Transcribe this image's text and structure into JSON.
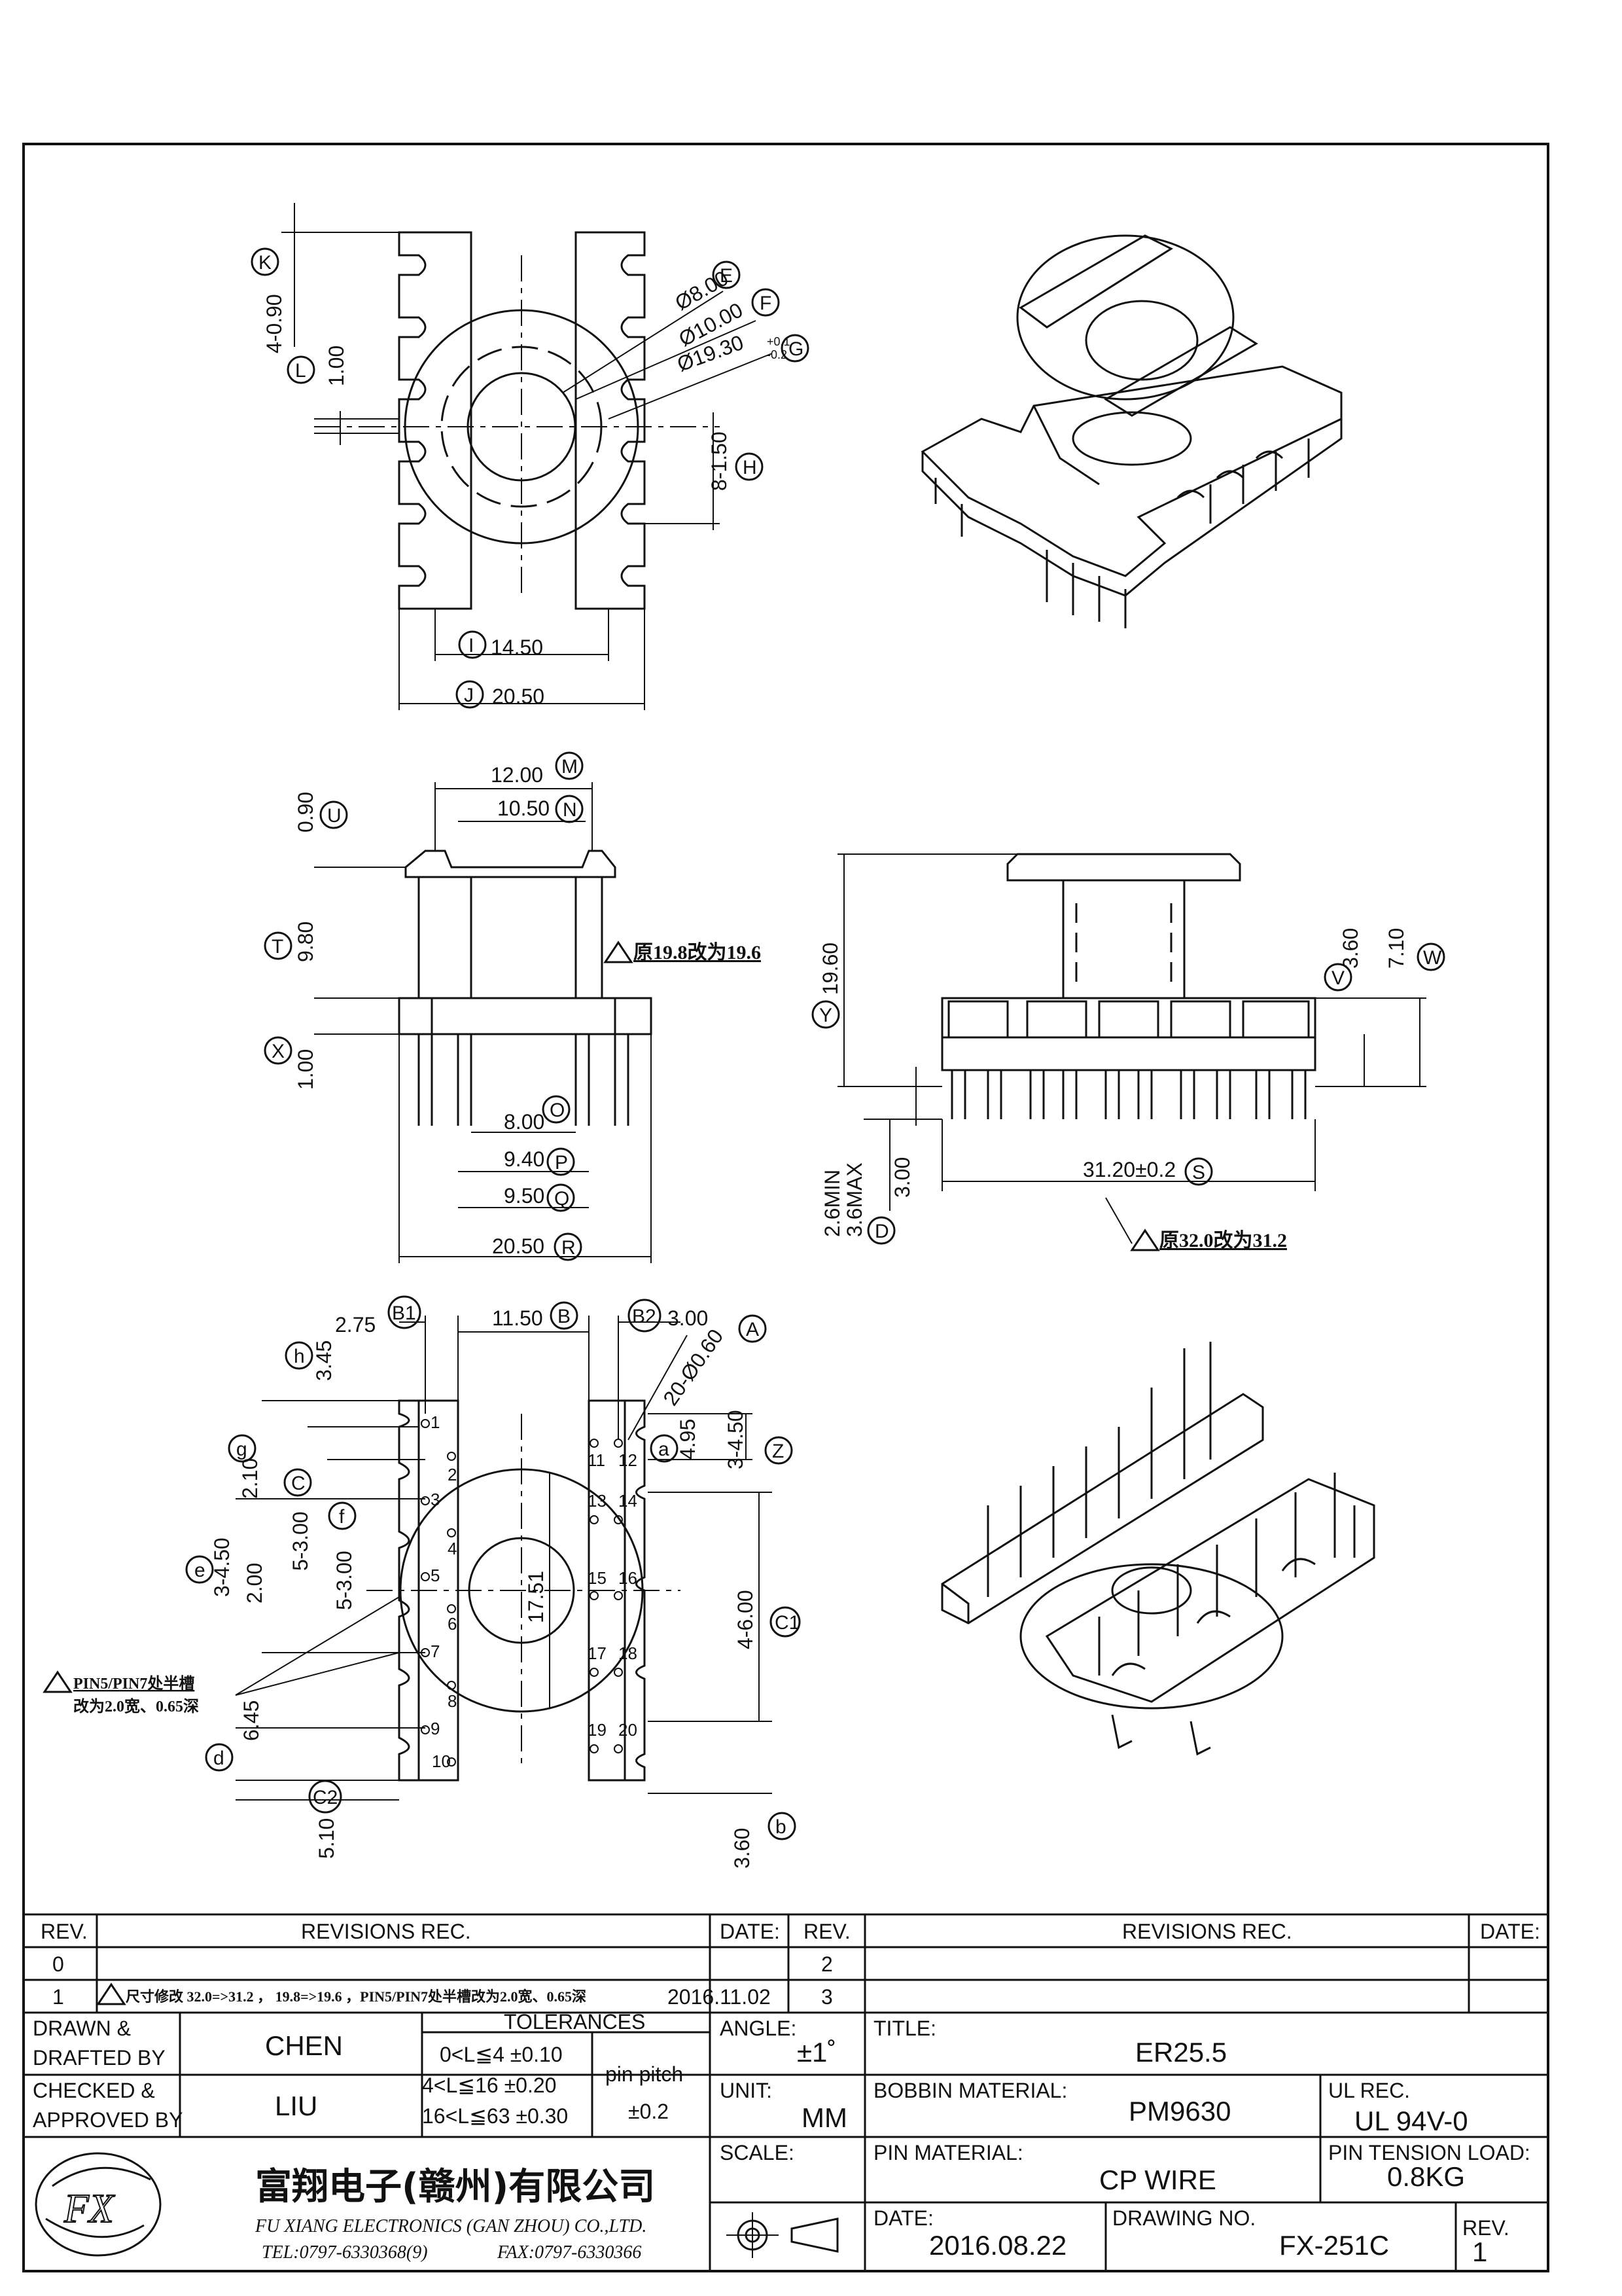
{
  "views": {
    "top": {
      "dims": {
        "k": "4-0.90",
        "l": "1.00",
        "h": "8-1.50",
        "i": "14.50",
        "j": "20.50",
        "e": "Ø8.00",
        "f": "Ø10.00",
        "g": "Ø19.30",
        "g_tol_plus": "+0.1",
        "g_tol_minus": "-0.2"
      },
      "circles": {
        "k": "K",
        "l": "L",
        "h": "H",
        "i": "I",
        "j": "J",
        "e": "E",
        "f": "F",
        "g": "G"
      }
    },
    "front": {
      "dims": {
        "m": "12.00",
        "n": "10.50",
        "u": "0.90",
        "t": "9.80",
        "x": "1.00",
        "o": "8.00",
        "p": "9.40",
        "q": "9.50",
        "r": "20.50"
      },
      "circles": {
        "m": "M",
        "n": "N",
        "u": "U",
        "t": "T",
        "x": "X",
        "o": "O",
        "p": "P",
        "q": "Q",
        "r": "R"
      },
      "revision_note": "原19.8改为19.6"
    },
    "side": {
      "dims": {
        "y": "19.60",
        "v": "3.60",
        "w": "7.10",
        "s": "31.20±0.2",
        "d": "3.00",
        "d_min": "2.6MIN",
        "d_max": "3.6MAX"
      },
      "circles": {
        "y": "Y",
        "v": "V",
        "w": "W",
        "s": "S",
        "d": "D"
      },
      "revision_note": "原32.0改为31.2"
    },
    "bottom": {
      "dims": {
        "b1": "2.75",
        "b": "11.50",
        "b2": "3.00",
        "a": "20-Ø0.60",
        "h": "3.45",
        "g": "2.10",
        "c": "5-3.00",
        "f": "5-3.00",
        "e": "3-4.50",
        "e2": "2.00",
        "a4": "4.95",
        "z": "3-4.50",
        "mid": "17.51",
        "c1": "4-6.00",
        "d": "6.45",
        "c2": "5.10",
        "b3": "3.60"
      },
      "circles": {
        "b1": "B1",
        "b": "B",
        "b2": "B2",
        "a": "A",
        "h": "h",
        "g": "g",
        "c": "C",
        "f": "f",
        "e": "e",
        "a4": "a",
        "z": "Z",
        "c1": "C1",
        "d": "d",
        "c2": "C2",
        "b3": "b"
      },
      "pins": [
        "1",
        "2",
        "3",
        "4",
        "5",
        "6",
        "7",
        "8",
        "9",
        "10",
        "11",
        "12",
        "13",
        "14",
        "15",
        "16",
        "17",
        "18",
        "19",
        "20"
      ],
      "pin_note_line1": "PIN5/PIN7处半槽",
      "pin_note_line2": "改为2.0宽、0.65深"
    }
  },
  "revision_table": {
    "headers": {
      "rev": "REV.",
      "revisions": "REVISIONS    REC.",
      "date": "DATE:"
    },
    "left_rows": [
      {
        "rev": "0",
        "text": "",
        "date": ""
      },
      {
        "rev": "1",
        "text": "尺寸修改 32.0=>31.2 ， 19.8=>19.6 ，PIN5/PIN7处半槽改为2.0宽、0.65深",
        "date": "2016.11.02"
      }
    ],
    "right_rows": [
      {
        "rev": "2",
        "text": "",
        "date": ""
      },
      {
        "rev": "3",
        "text": "",
        "date": ""
      }
    ]
  },
  "title_block": {
    "drawn_label_1": "DRAWN &",
    "drawn_label_2": "DRAFTED BY",
    "drawn_by": "CHEN",
    "checked_label_1": "CHECKED &",
    "checked_label_2": "APPROVED BY",
    "approved_by": "LIU",
    "tolerances_label": "TOLERANCES",
    "tol_rows": [
      "0<L≦4   ±0.10",
      "4<L≦16  ±0.20",
      "16<L≦63 ±0.30"
    ],
    "pin_pitch_label": "pin pitch",
    "pin_pitch_value": "±0.2",
    "angle_label": "ANGLE:",
    "angle_value": "±1˚",
    "unit_label": "UNIT:",
    "unit_value": "MM",
    "scale_label": "SCALE:",
    "title_label": "TITLE:",
    "title_value": "ER25.5",
    "bobbin_label": "BOBBIN MATERIAL:",
    "bobbin_value": "PM9630",
    "ul_label": "UL REC.",
    "ul_value": "UL 94V-0",
    "pin_material_label": "PIN MATERIAL:",
    "pin_material_value": "CP WIRE",
    "tension_label": "PIN TENSION LOAD:",
    "tension_value": "0.8KG",
    "date_label": "DATE:",
    "date_value": "2016.08.22",
    "drawing_no_label": "DRAWING NO.",
    "drawing_no_value": "FX-251C",
    "rev_label": "REV.",
    "rev_value": "1",
    "company_cn": "富翔电子(赣州)有限公司",
    "company_en": "FU XIANG ELECTRONICS (GAN ZHOU) CO.,LTD.",
    "tel": "TEL:0797-6330368(9)",
    "fax": "FAX:0797-6330366",
    "logo_text": "FX"
  }
}
